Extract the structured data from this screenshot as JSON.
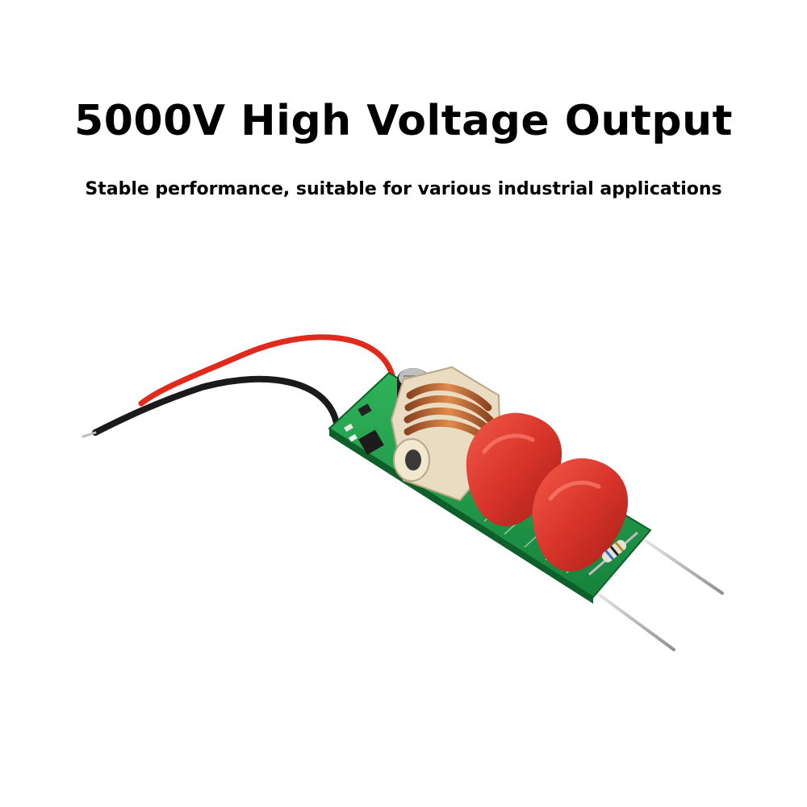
{
  "banner": {
    "headline": "5000V High Voltage Output",
    "subheadline": "Stable performance, suitable for various industrial applications"
  },
  "product_image": {
    "icon": "high-voltage-generator-module-image",
    "colors": {
      "pcb": "#1f9a4a",
      "red_wire": "#e02a1c",
      "black_wire": "#1a1a1a",
      "capacitor": "#d9342a",
      "coil": "#c8713a",
      "bobbin": "#e9dcc2"
    }
  }
}
